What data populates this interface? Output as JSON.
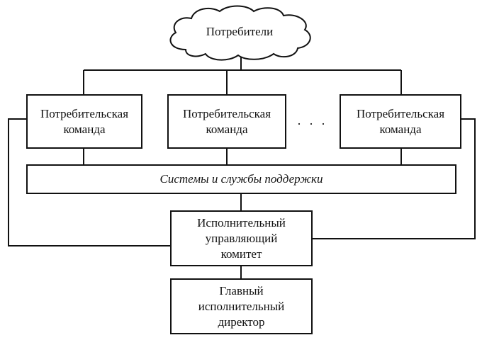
{
  "consumers": "Потребители",
  "teams": [
    "Потребительская\nкоманда",
    "Потребительская\nкоманда",
    "Потребительская\nкоманда"
  ],
  "ellipsis": ". . .",
  "support": "Системы и службы поддержки",
  "committee": "Исполнительный\nуправляющий\nкомитет",
  "director": "Главный\nисполнительный\nдиректор"
}
